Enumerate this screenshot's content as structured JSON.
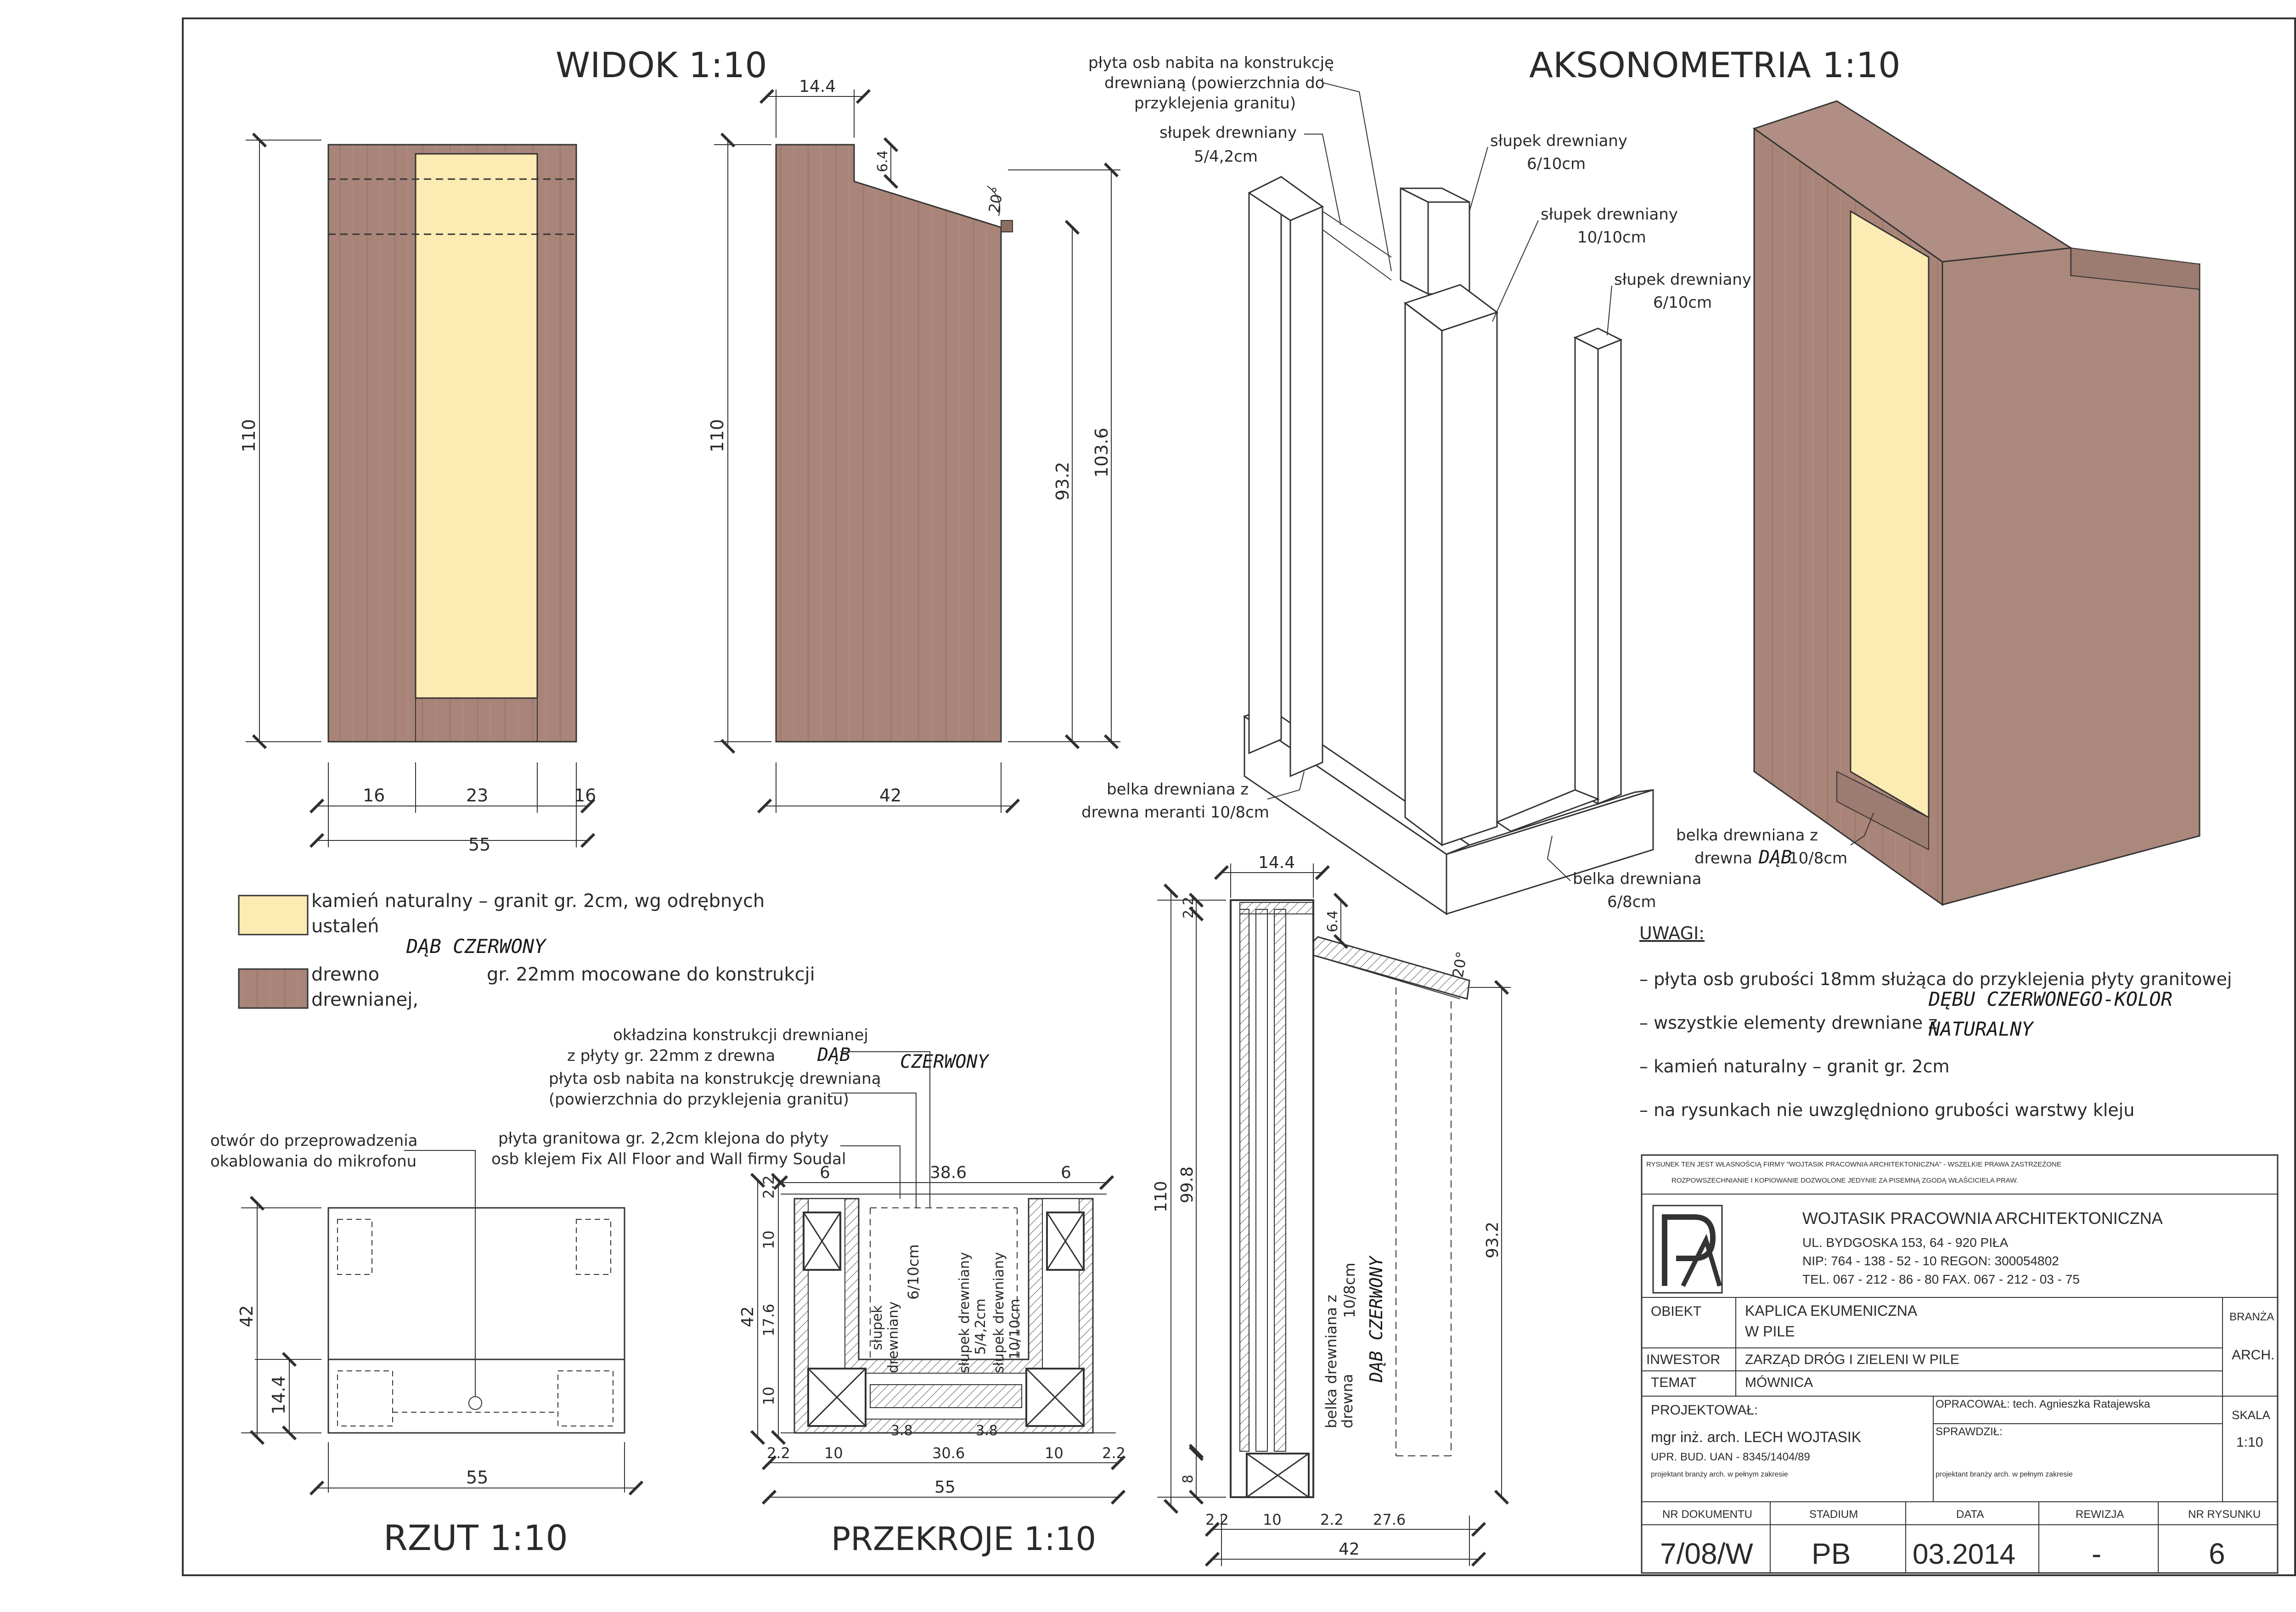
{
  "colors": {
    "wood": "#a98478",
    "stone": "#fcebb2",
    "line": "#2f2f2f",
    "paper": "#ffffff"
  },
  "titles": {
    "view": "WIDOK   1:10",
    "axonometry": "AKSONOMETRIA   1:10",
    "plan": "RZUT   1:10",
    "sections": "PRZEKROJE   1:10"
  },
  "view_dims": {
    "height_front": "110",
    "height_side": "110",
    "w_left": "16",
    "w_mid": "23",
    "w_right": "16",
    "w_total": "55",
    "side_top": "14.4",
    "side_step": "6.4",
    "side_angle": "20°",
    "side_93": "93.2",
    "side_1036": "103.6",
    "side_depth": "42"
  },
  "axo_labels": {
    "osb_1": "płyta osb nabita na konstrukcję",
    "osb_2": "drewnianą (powierzchnia do",
    "osb_3": "przyklejenia granitu)",
    "post_5_1": "słupek drewniany",
    "post_5_2": "5/4,2cm",
    "post_6a_1": "słupek drewniany",
    "post_6a_2": "6/10cm",
    "post_10_1": "słupek drewniany",
    "post_10_2": "10/10cm",
    "post_6b_1": "słupek drewniany",
    "post_6b_2": "6/10cm",
    "beam_m_1": "belka drewniana z",
    "beam_m_2": "drewna meranti 10/8cm",
    "beam_68_1": "belka drewniana",
    "beam_68_2": "6/8cm",
    "beam_oak_1": "belka drewniana z",
    "beam_oak_2a": "drewna",
    "beam_oak_hand": "DĄB",
    "beam_oak_2b": "10/8cm"
  },
  "legend": {
    "stone_1": "kamień naturalny – granit gr. 2cm, wg odrębnych",
    "stone_2": "ustaleń",
    "wood_hand": "DĄB CZERWONY",
    "wood_1a": "drewno",
    "wood_1b": "gr. 22mm mocowane do konstrukcji",
    "wood_2": "drewnianej,"
  },
  "notes": {
    "heading": "UWAGI:",
    "n1": "– płyta osb grubości 18mm służąca do przyklejenia płyty granitowej",
    "n1_hand": "DĘBU CZERWONEGO-KOLOR",
    "n2": "– wszystkie elementy drewniane z",
    "n2_hand": "NATURALNY",
    "n3": "– kamień naturalny – granit gr. 2cm",
    "n4": "– na rysunkach nie uwzględniono grubości warstwy kleju"
  },
  "plan": {
    "cable_1": "otwór do przeprowadzenia",
    "cable_2": "okablowania do mikrofonu",
    "dim_42": "42",
    "dim_144": "14.4",
    "dim_55": "55"
  },
  "section_labels": {
    "cl_1": "okładzina konstrukcji drewnianej",
    "cl_2": "z płyty gr. 22mm z drewna",
    "cl_hand1": "DĄB",
    "cl_hand2": "CZERWONY",
    "osb_1": "płyta osb nabita na konstrukcję drewnianą",
    "osb_2": "(powierzchnia do przyklejenia granitu)",
    "gr_1": "płyta granitowa gr. 2,2cm klejona do płyty",
    "gr_2": "osb klejem Fix All Floor and Wall firmy Soudal",
    "p_610": "6/10cm",
    "p_slupek": "słupek",
    "p_drewniany": "drewniany",
    "p_542a": "słupek drewniany",
    "p_542b": "5/4,2cm",
    "p_1010a": "słupek drewniany",
    "p_1010b": "10/10cm",
    "d_6a": "6",
    "d_386": "38.6",
    "d_6b": "6",
    "d_22t": "2.2",
    "d_10a": "10",
    "d_176": "17.6",
    "d_10b": "10",
    "d_42": "42",
    "d_38a": "3.8",
    "d_38b": "3.8",
    "d_22a": "2.2",
    "d_10c": "10",
    "d_306": "30.6",
    "d_10d": "10",
    "d_22b": "2.2",
    "d_55": "55"
  },
  "vsection": {
    "top": "14.4",
    "d22": "2.2",
    "d64": "6.4",
    "angle": "20°",
    "d110": "110",
    "d998": "99.8",
    "d932": "93.2",
    "d8": "8",
    "b22a": "2.2",
    "b10": "10",
    "b22b": "2.2",
    "b276": "27.6",
    "b42": "42",
    "beam_1": "belka drewniana z",
    "beam_2": "drewna",
    "beam_3": "10/8cm",
    "beam_hand": "DĄB CZERWONY"
  },
  "titleblock": {
    "rights_1": "RYSUNEK TEN JEST WŁASNOŚCIĄ FIRMY \"WOJTASIK PRACOWNIA ARCHITEKTONICZNA\" - WSZELKIE PRAWA ZASTRZEŻONE",
    "rights_2": "ROZPOWSZECHNIANIE I KOPIOWANIE DOZWOLONE JEDYNIE ZA PISEMNĄ ZGODĄ WŁAŚCICIELA PRAW.",
    "company": "WOJTASIK PRACOWNIA ARCHITEKTONICZNA",
    "addr_1": "UL. BYDGOSKA 153, 64 - 920 PIŁA",
    "addr_2": "NIP: 764 - 138 - 52 - 10  REGON: 300054802",
    "addr_3": "TEL. 067 - 212 - 86 - 80  FAX. 067 - 212 - 03 - 75",
    "obiekt_label": "OBIEKT",
    "obiekt_1": "KAPLICA EKUMENICZNA",
    "obiekt_2": "W PILE",
    "branza_label": "BRANŻA",
    "branza": "ARCH.",
    "inwestor_label": "INWESTOR",
    "inwestor": "ZARZĄD DRÓG I ZIELENI W PILE",
    "temat_label": "TEMAT",
    "temat": "MÓWNICA",
    "projektowal_label": "PROJEKTOWAŁ:",
    "projektant": "mgr inż. arch. LECH WOJTASIK",
    "upr": "UPR. BUD. UAN - 8345/1404/89",
    "projektant_note": "projektant branży arch. w pełnym zakresie",
    "opracowal": "OPRACOWAŁ: tech. Agnieszka Ratajewska",
    "sprawdzil": "SPRAWDZIŁ:",
    "sprawdzil_note": "projektant branży arch. w pełnym zakresie",
    "skala_label": "SKALA",
    "skala": "1:10",
    "h_nr_dok": "NR DOKUMENTU",
    "h_stadium": "STADIUM",
    "h_data": "DATA",
    "h_rewizja": "REWIZJA",
    "h_nr_rys": "NR RYSUNKU",
    "nr_dok": "7/08/W",
    "stadium": "PB",
    "data": "03.2014",
    "rewizja": "-",
    "nr_rys": "6"
  }
}
